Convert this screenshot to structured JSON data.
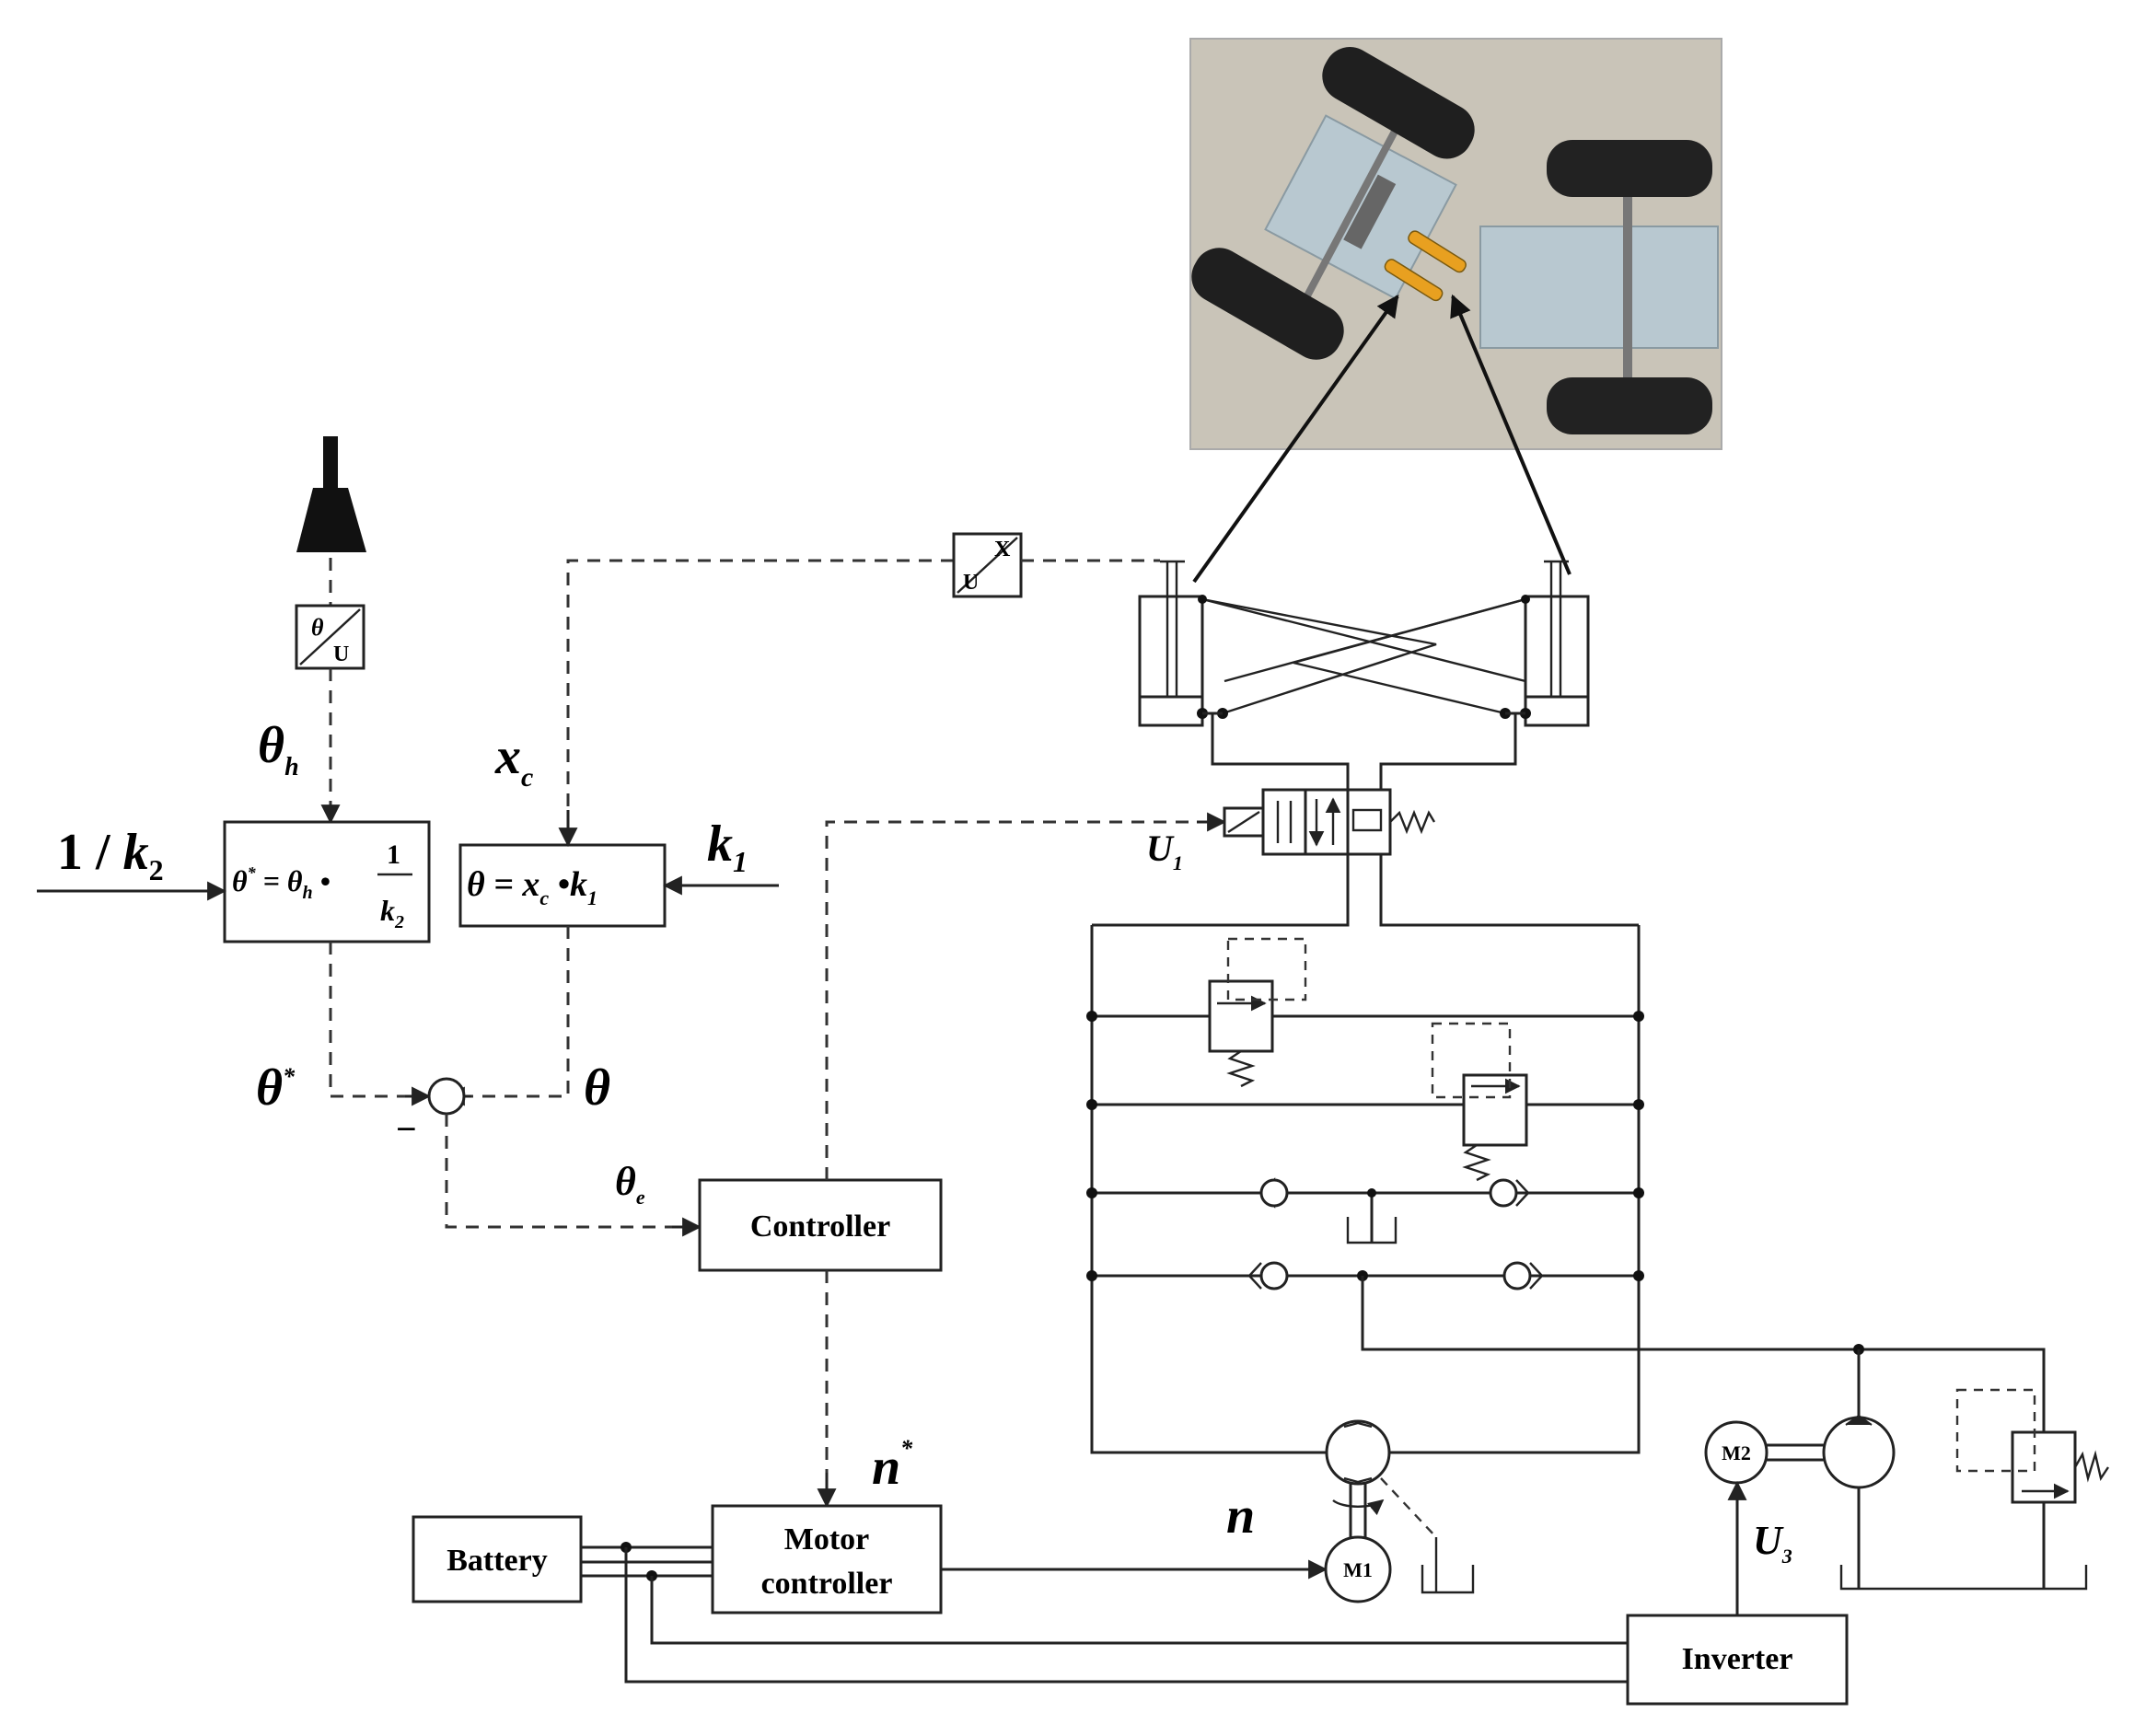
{
  "blocks": {
    "controller": "Controller",
    "motor_controller_line1": "Motor",
    "motor_controller_line2": "controller",
    "battery": "Battery",
    "inverter": "Inverter",
    "motor_m1": "M1",
    "motor_m2": "M2"
  },
  "signals": {
    "theta_h": "θ",
    "theta_h_sub": "h",
    "x_c": "x",
    "x_c_sub": "c",
    "inv_k2_prefix": "1 / ",
    "inv_k2_k": "k",
    "inv_k2_sub": "2",
    "k1": "k",
    "k1_sub": "1",
    "theta_star": "θ",
    "theta_star_sup": "*",
    "theta": "θ",
    "theta_e": "θ",
    "theta_e_sub": "e",
    "minus": "−",
    "u1": "U",
    "u1_sub": "1",
    "u3": "U",
    "u3_sub": "3",
    "n_star": "n",
    "n_star_sup": "*",
    "n": "n"
  },
  "equations": {
    "eq1_lhs": "θ",
    "eq1_lhs_sup": "*",
    "eq1_mid": " = θ",
    "eq1_mid_sub": "h",
    "eq1_dot": " •",
    "eq1_num": "1",
    "eq1_den": "k",
    "eq1_den_sub": "2",
    "eq2_a": "θ = x",
    "eq2_a_sub": "c",
    "eq2_b": " •k",
    "eq2_b_sub": "1"
  },
  "sensors": {
    "angle_sensor_top": "θ",
    "angle_sensor_bottom": "U",
    "disp_sensor_top": "X",
    "disp_sensor_bottom": "U"
  }
}
